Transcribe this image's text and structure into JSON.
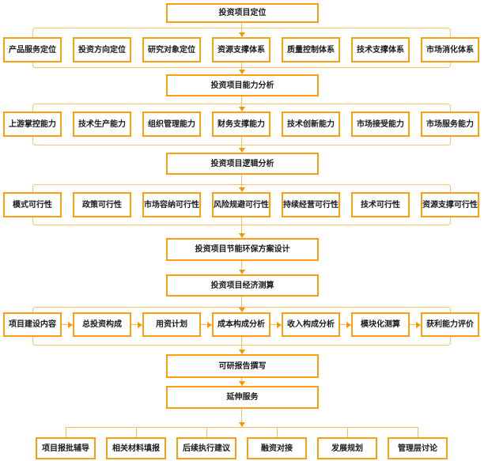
{
  "colors": {
    "box_border": "#FB9E12",
    "connector_line": "#FFB95C",
    "frame_line": "#FFC06A",
    "arrow": "#F79506",
    "text": "#1a1a1a",
    "background": "#ffffff"
  },
  "flow": {
    "stage_positioning": "投资项目定位",
    "row_positioning": [
      "产品服务定位",
      "投资方向定位",
      "研究对象定位",
      "资源支撑体系",
      "质量控制体系",
      "技术支撑体系",
      "市场消化体系"
    ],
    "stage_capability": "投资项目能力分析",
    "row_capability": [
      "上游掌控能力",
      "技术生产能力",
      "组织管理能力",
      "财务支撑能力",
      "技术创新能力",
      "市场接受能力",
      "市场服务能力"
    ],
    "stage_logic": "投资项目逻辑分析",
    "row_feasibility": [
      "模式可行性",
      "政策可行性",
      "市场容纳可行性",
      "风险规避可行性",
      "持续经营可行性",
      "技术可行性",
      "资源支撑可行性"
    ],
    "stage_energy_plan": "投资项目节能环保方案设计",
    "stage_economic": "投资项目经济测算",
    "row_economic": [
      "项目建设内容",
      "总投资构成",
      "用资计划",
      "成本构成分析",
      "收入构成分析",
      "模块化测算",
      "获利能力评价"
    ],
    "stage_report": "可研报告撰写",
    "stage_extended": "延伸服务",
    "row_extended": [
      "项目报批辅导",
      "相关材料填报",
      "后续执行建议",
      "融资对接",
      "发展规划",
      "管理层讨论"
    ]
  }
}
